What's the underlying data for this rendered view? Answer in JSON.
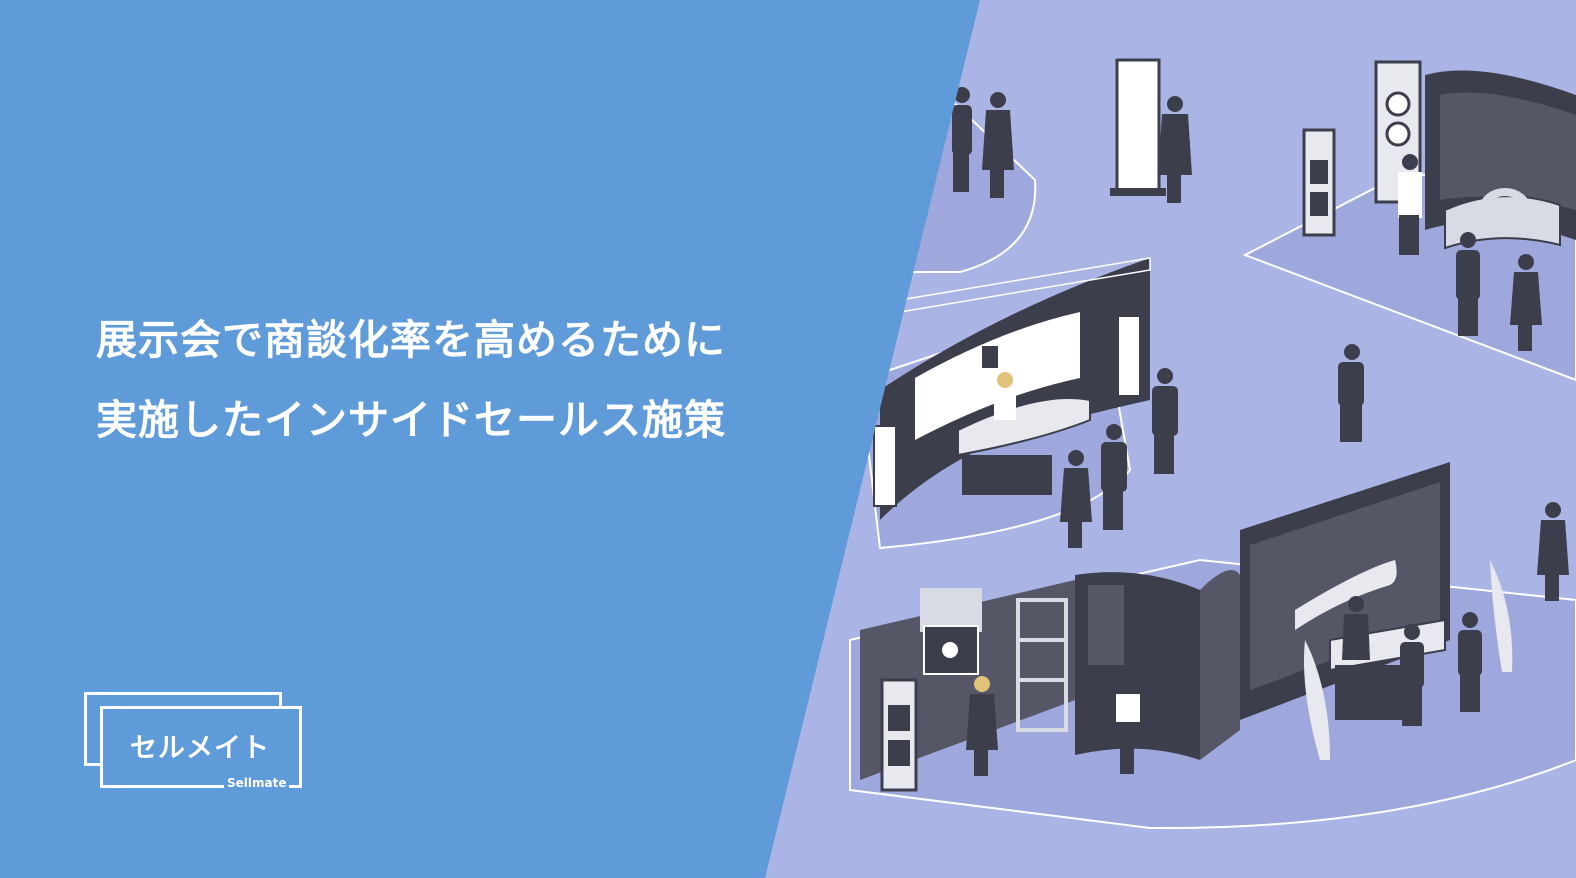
{
  "headline": {
    "line1": "展示会で商談化率を高めるために",
    "line2": "実施したインサイドセールス施策"
  },
  "logo": {
    "name": "セルメイト",
    "sub": "Sellmate"
  },
  "colors": {
    "left_panel": "#5f9ad9",
    "right_panel": "#aab5e6",
    "floor": "#9ea8dc",
    "booth_dark": "#3d3e4c",
    "booth_mid": "#555767",
    "text": "#ffffff"
  },
  "illustration": {
    "subject": "isometric-trade-show-booths-with-people"
  }
}
